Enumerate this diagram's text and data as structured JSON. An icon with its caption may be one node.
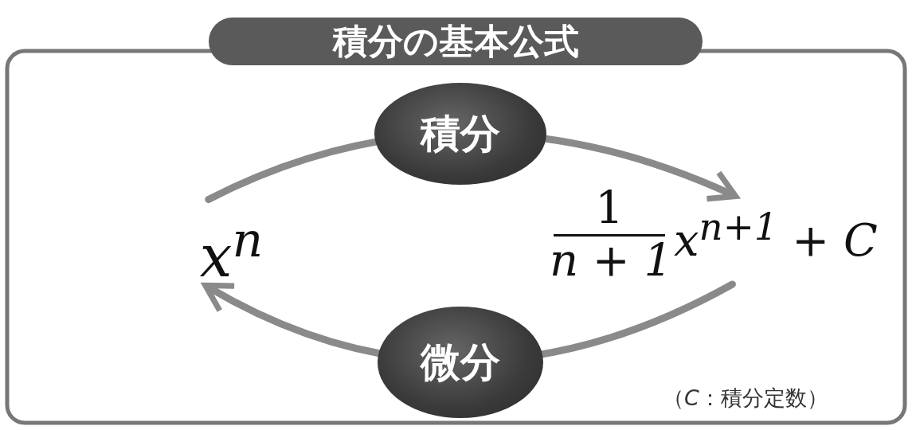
{
  "diagram": {
    "title": "積分の基本公式",
    "nodes": [
      {
        "text": [
          "x$^{n}$"
        ]
      },
      {
        "text": [
          "1",
          "n + 1",
          "x$^{n+1}$ + C"
        ]
      }
    ],
    "edges": [
      {
        "from": 0,
        "to": 1,
        "arrow": "to",
        "label": "積分"
      },
      {
        "from": 1,
        "to": 0,
        "arrow": "to",
        "label": "微分"
      }
    ],
    "labels": [
      "（*C*：積分定数）"
    ]
  }
}
